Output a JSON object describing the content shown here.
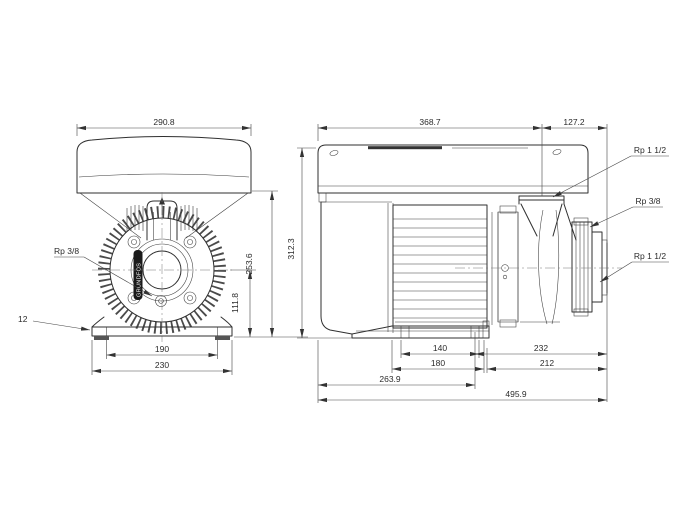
{
  "front_view": {
    "dim_width": "290.8",
    "dim_bolt_spacing": "190",
    "dim_base_width": "230",
    "dim_port_height": "111.8",
    "dim_motor_height": "253.6",
    "dim_foot_thickness": "12",
    "label_drain": "Rp 3/8",
    "logo": "GRUNDFOS"
  },
  "side_view": {
    "dim_motor_length": "368.7",
    "dim_pump_length": "127.2",
    "dim_total_height": "312.3",
    "dim_foot_bolt_spacing": "140",
    "dim_chamber_stack": "232",
    "dim_foot_length": "180",
    "dim_suction_offset": "212",
    "dim_base_length": "263.9",
    "dim_total_length": "495.9",
    "label_discharge": "Rp 1 1/2",
    "label_vent": "Rp 3/8",
    "label_suction": "Rp 1 1/2"
  }
}
